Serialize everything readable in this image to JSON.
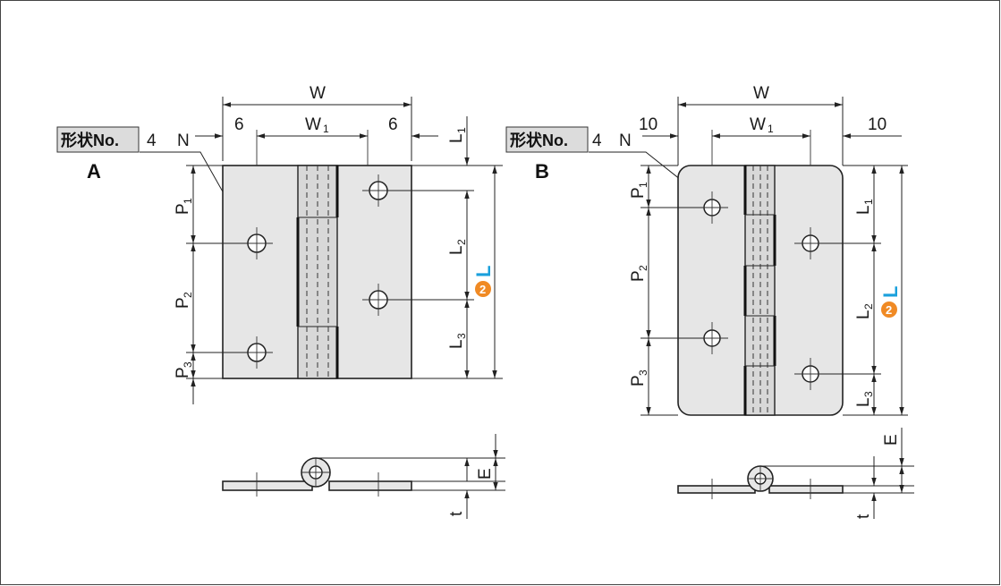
{
  "shape_tag": "形状No.",
  "figure_a": {
    "type_letter": "A",
    "hole_count": "4",
    "hole_label": "N",
    "width": "W",
    "inner_width": "W",
    "inner_width_sub": "1",
    "edge_left": "6",
    "edge_right": "6",
    "p1": "P",
    "p1_sub": "1",
    "p2": "P",
    "p2_sub": "2",
    "p3": "P",
    "p3_sub": "3",
    "l1": "L",
    "l1_sub": "1",
    "l2": "L",
    "l2_sub": "2",
    "l3": "L",
    "l3_sub": "3",
    "length": "L",
    "badge": "2",
    "thickness": "t",
    "offset": "E"
  },
  "figure_b": {
    "type_letter": "B",
    "hole_count": "4",
    "hole_label": "N",
    "width": "W",
    "inner_width": "W",
    "inner_width_sub": "1",
    "edge_left": "10",
    "edge_right": "10",
    "p1": "P",
    "p1_sub": "1",
    "p2": "P",
    "p2_sub": "2",
    "p3": "P",
    "p3_sub": "3",
    "l1": "L",
    "l1_sub": "1",
    "l2": "L",
    "l2_sub": "2",
    "l3": "L",
    "l3_sub": "3",
    "length": "L",
    "badge": "2",
    "thickness": "t",
    "offset": "E"
  },
  "colors": {
    "accent_blue": "#1aa0dc",
    "badge_orange": "#f08a24",
    "part_fill": "#e6e6e6"
  }
}
